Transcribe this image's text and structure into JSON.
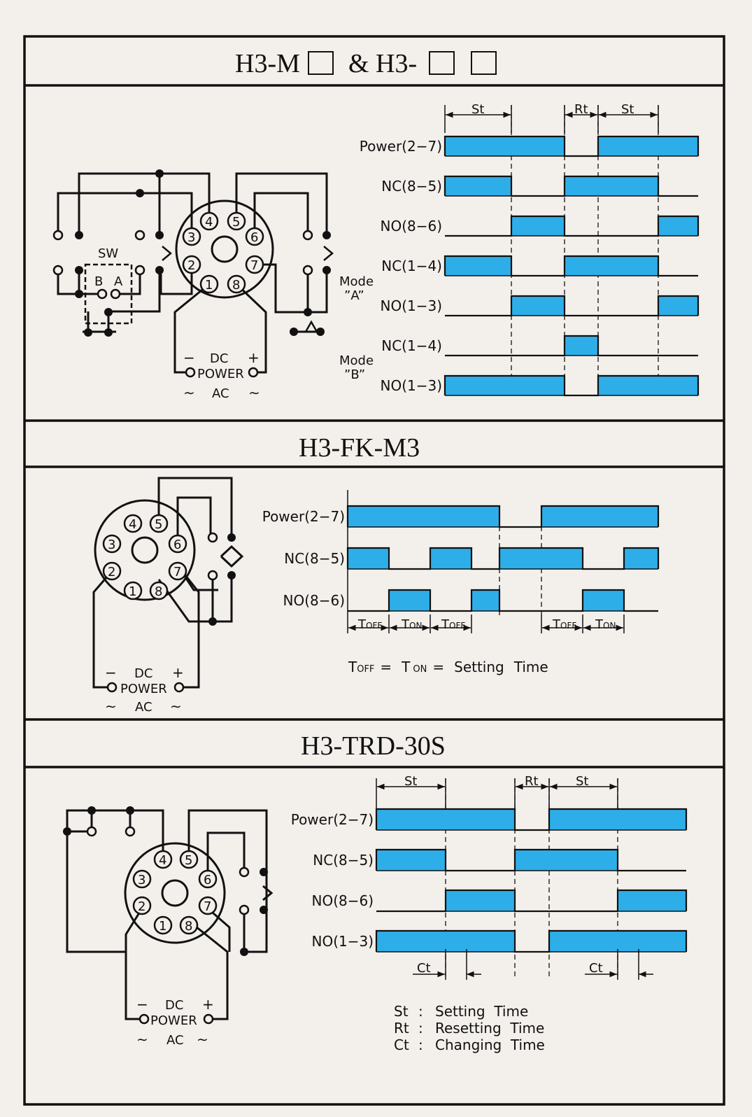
{
  "colors": {
    "background": "#f3efeb",
    "pulse": "#2eaee8",
    "line": "#111111"
  },
  "sections": [
    {
      "title_a": "H3-M",
      "title_b": "& H3-",
      "diagram": {
        "sw_label": "SW",
        "sw_b": "B",
        "sw_a": "A",
        "pins": [
          "1",
          "2",
          "3",
          "4",
          "5",
          "6",
          "7",
          "8"
        ],
        "dc_minus": "−",
        "dc_label": "DC",
        "dc_plus": "+",
        "power_label": "POWER",
        "ac_label": "AC",
        "ac_left": "∼",
        "ac_right": "∼"
      },
      "timing": {
        "top_labels": [
          "St",
          "Rt",
          "St"
        ],
        "mode_a": [
          "Mode",
          "”A”"
        ],
        "mode_b": [
          "Mode",
          "”B”"
        ],
        "rows": [
          {
            "label": "Power(2−7)",
            "states": [
              1,
              1,
              0,
              1,
              1
            ]
          },
          {
            "label": "NC(8−5)",
            "states": [
              1,
              0,
              1,
              1,
              0
            ]
          },
          {
            "label": "NO(8−6)",
            "states": [
              0,
              1,
              0,
              0,
              1
            ]
          },
          {
            "label": "NC(1−4)",
            "states": [
              1,
              0,
              1,
              1,
              0
            ]
          },
          {
            "label": "NO(1−3)",
            "states": [
              0,
              1,
              0,
              0,
              1
            ]
          },
          {
            "label": "NC(1−4)",
            "states": [
              0,
              0,
              1,
              0,
              0
            ]
          },
          {
            "label": "NO(1−3)",
            "states": [
              1,
              1,
              0,
              1,
              1
            ]
          }
        ]
      }
    },
    {
      "title": "H3-FK-M3",
      "diagram": {
        "pins": [
          "1",
          "2",
          "3",
          "4",
          "5",
          "6",
          "7",
          "8"
        ],
        "dc_minus": "−",
        "dc_label": "DC",
        "dc_plus": "+",
        "power_label": "POWER",
        "ac_label": "AC",
        "ac_left": "∼",
        "ac_right": "∼"
      },
      "timing": {
        "rows": [
          {
            "label": "Power(2−7)",
            "states": [
              1,
              1,
              1,
              1,
              0,
              1,
              1,
              1
            ]
          },
          {
            "label": "NC(8−5)",
            "states": [
              1,
              0,
              1,
              0,
              1,
              1,
              0,
              1
            ]
          },
          {
            "label": "NO(8−6)",
            "states": [
              0,
              1,
              0,
              1,
              0,
              0,
              1,
              0
            ]
          }
        ],
        "t_off": "T",
        "t_off_sub": "OFF",
        "t_on": "T",
        "t_on_sub": "ON",
        "formula": [
          "T",
          "OFF",
          "=",
          "T",
          "ON",
          "=",
          "Setting",
          "Time"
        ]
      }
    },
    {
      "title": "H3-TRD-30S",
      "diagram": {
        "pins": [
          "1",
          "2",
          "3",
          "4",
          "5",
          "6",
          "7",
          "8"
        ],
        "dc_minus": "−",
        "dc_label": "DC",
        "dc_plus": "+",
        "power_label": "POWER",
        "ac_label": "AC",
        "ac_left": "∼",
        "ac_right": "∼"
      },
      "timing": {
        "top_labels": [
          "St",
          "Rt",
          "St"
        ],
        "ct_label": "Ct",
        "rows": [
          {
            "label": "Power(2−7)",
            "states": [
              1,
              1,
              0,
              1,
              1
            ]
          },
          {
            "label": "NC(8−5)",
            "states": [
              1,
              0,
              1,
              1,
              0
            ]
          },
          {
            "label": "NO(8−6)",
            "states": [
              0,
              1,
              0,
              0,
              1
            ]
          },
          {
            "label": "NO(1−3)",
            "states": [
              1,
              1,
              0,
              1,
              1
            ]
          }
        ]
      },
      "legend": [
        {
          "abbr": "St",
          "sep": ":",
          "text": "Setting  Time"
        },
        {
          "abbr": "Rt",
          "sep": ":",
          "text": "Resetting  Time"
        },
        {
          "abbr": "Ct",
          "sep": ":",
          "text": "Changing  Time"
        }
      ]
    }
  ]
}
